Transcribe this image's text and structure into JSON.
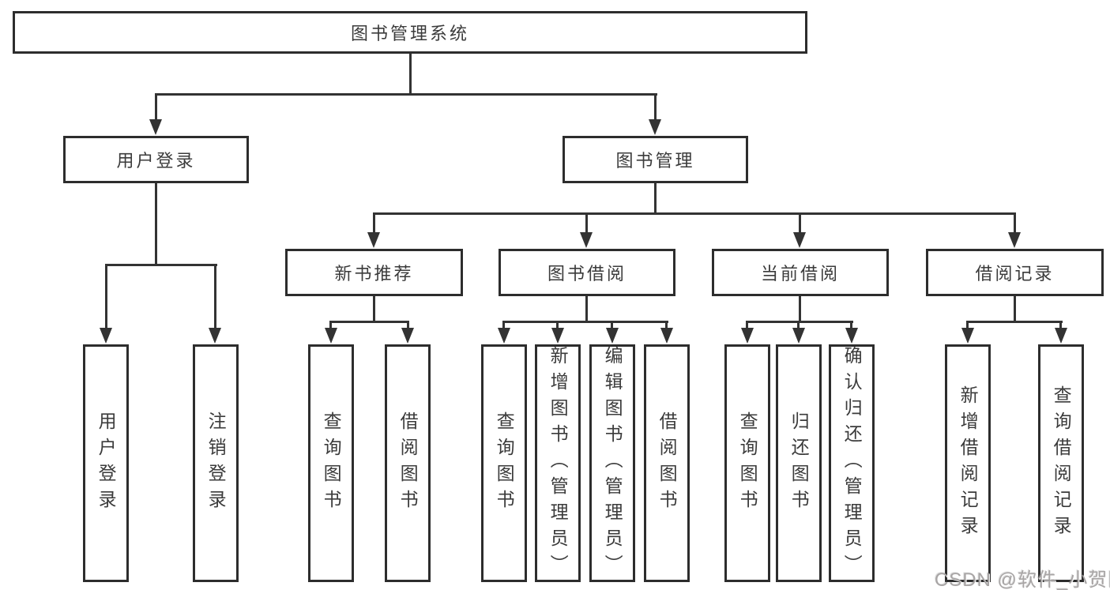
{
  "diagram": {
    "nodes": {
      "root": "图书管理系统",
      "login": "用户登录",
      "book_mgmt": "图书管理",
      "login_user": "用户登录",
      "login_logout": "注销登录",
      "new_books": "新书推荐",
      "borrow": "图书借阅",
      "current": "当前借阅",
      "records": "借阅记录",
      "nb_query": "查询图书",
      "nb_borrow": "借阅图书",
      "bw_query": "查询图书",
      "bw_add": "新增图书（管理员）",
      "bw_edit": "编辑图书（管理员）",
      "bw_borrow": "借阅图书",
      "cu_query": "查询图书",
      "cu_return": "归还图书",
      "cu_confirm": "确认归还（管理员）",
      "rc_add": "新增借阅记录",
      "rc_query": "查询借阅记录"
    },
    "line_color": "#333333"
  },
  "watermark": {
    "text": "CSDN @软件_小贺同学",
    "color": "#9a9696"
  }
}
